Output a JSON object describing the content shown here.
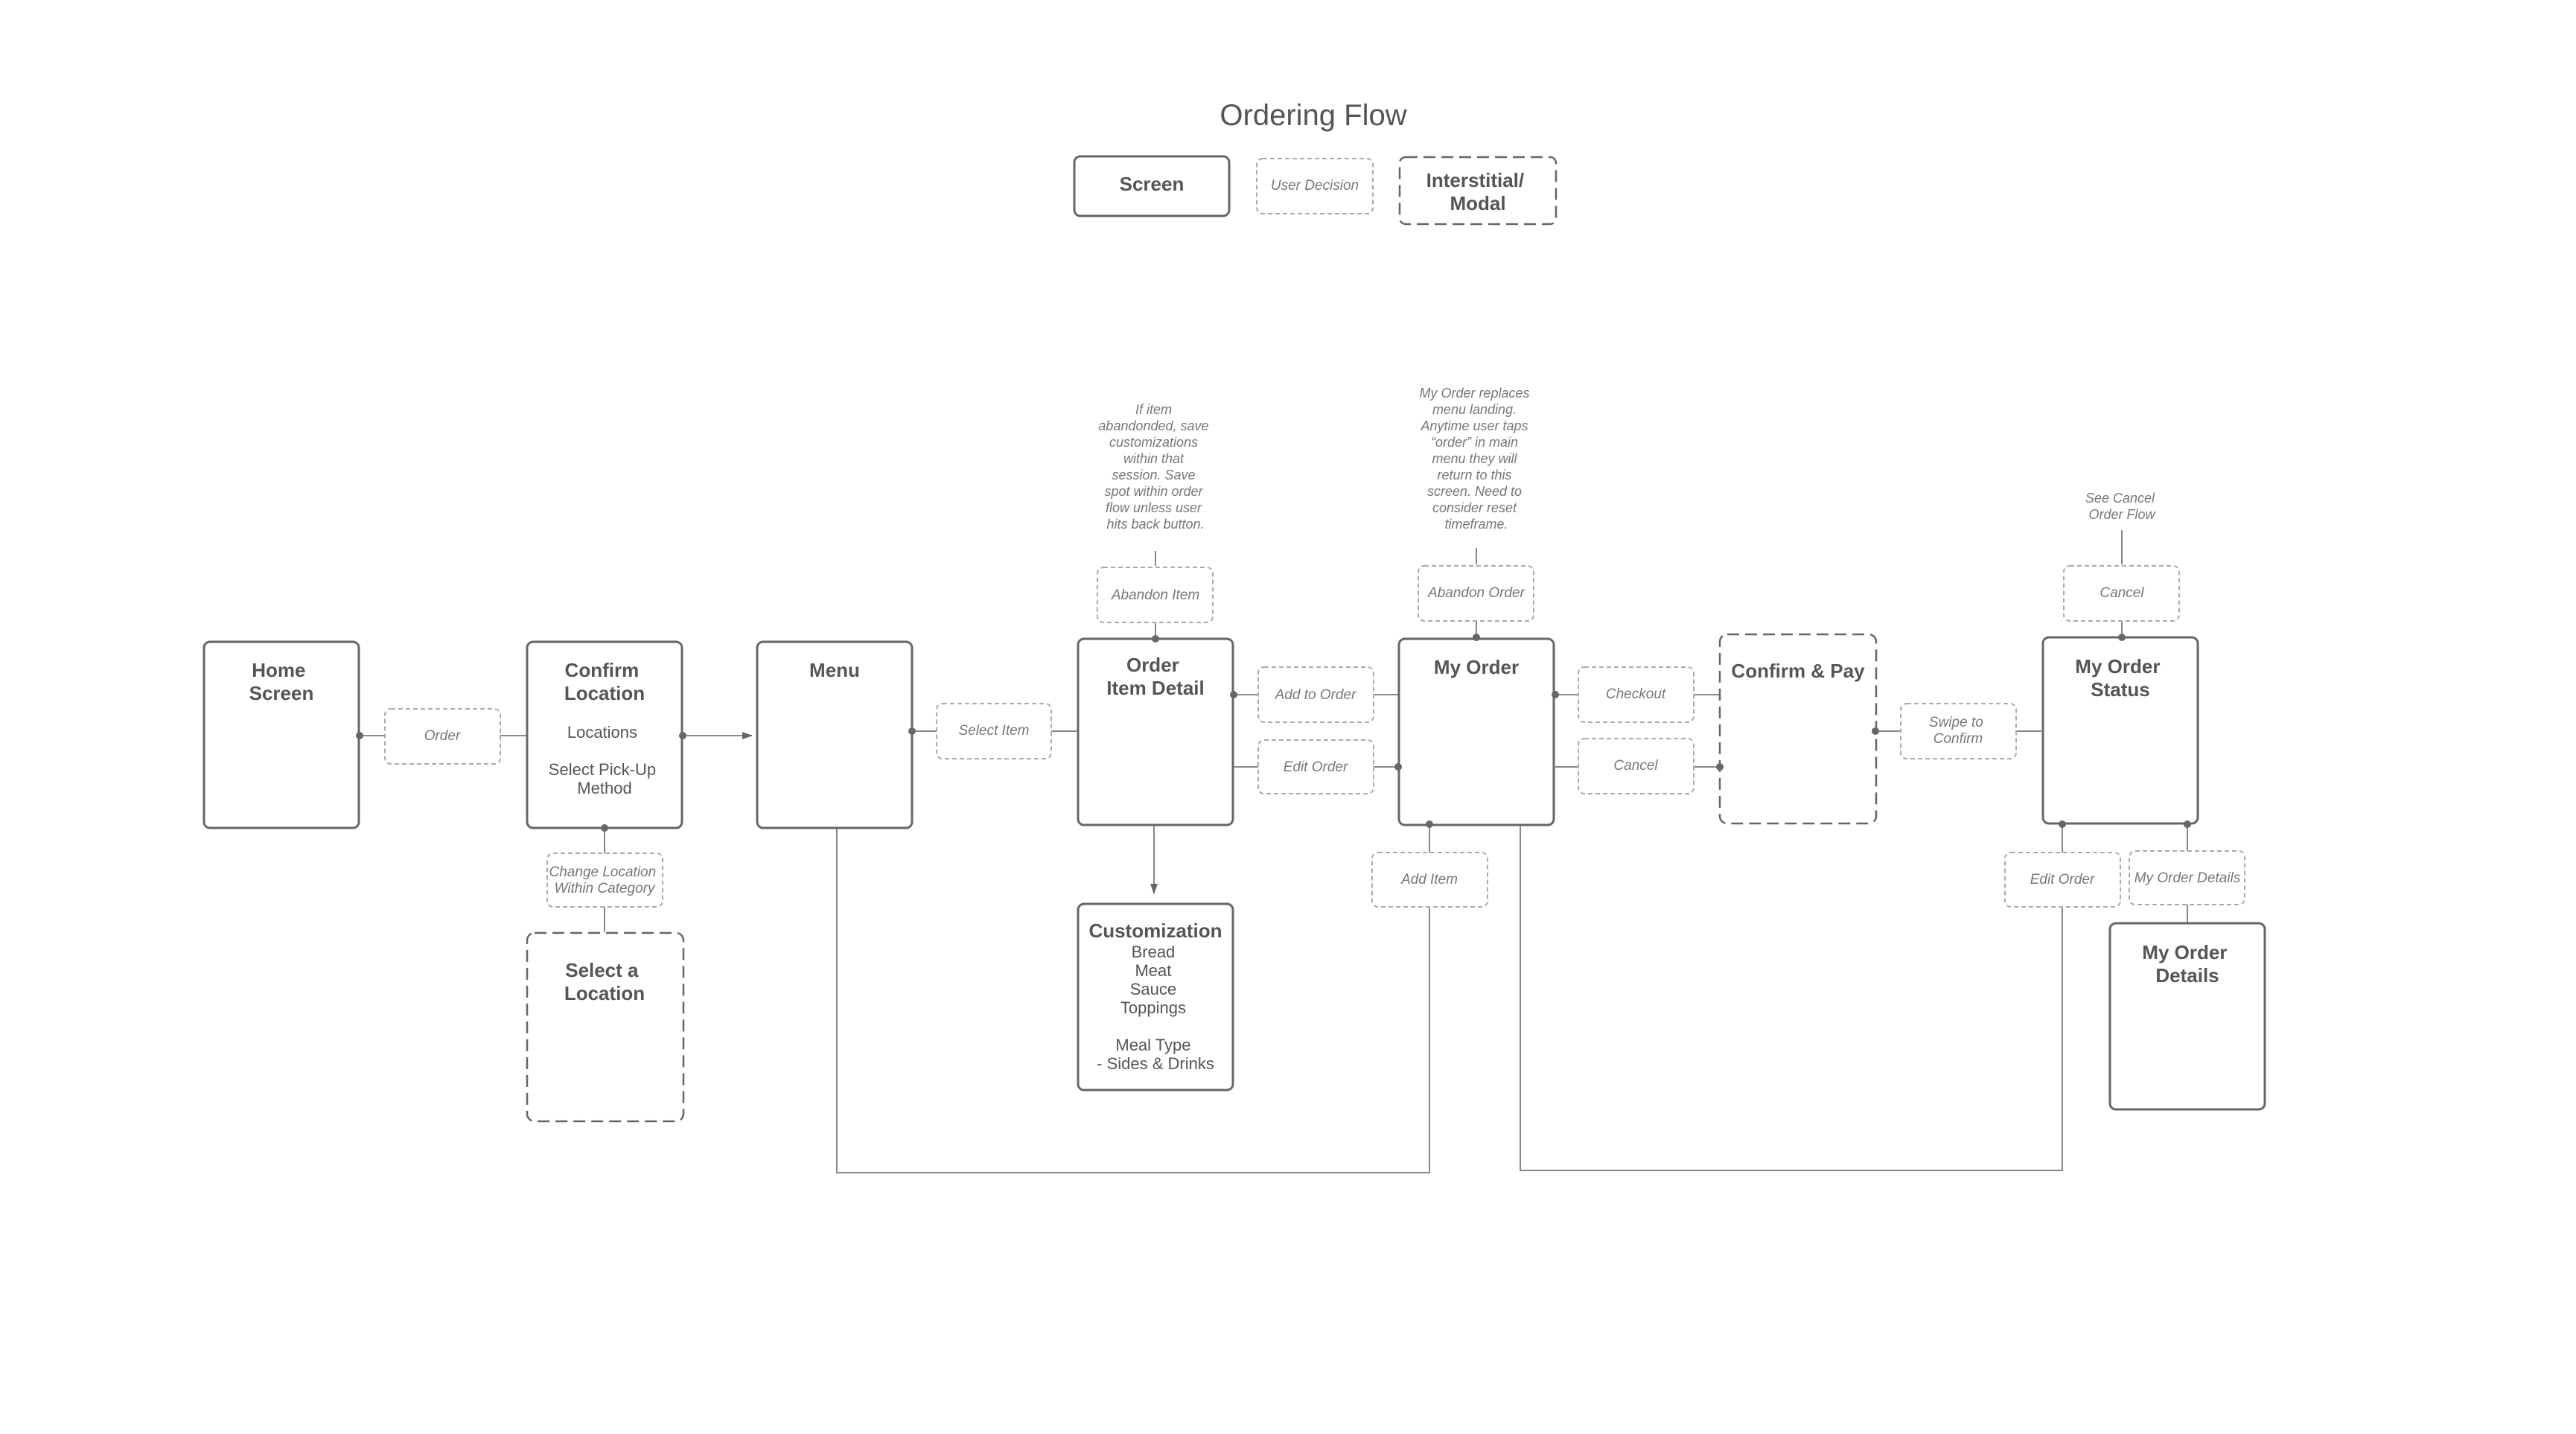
{
  "title": "Ordering Flow",
  "legend": {
    "screen": "Screen",
    "decision": "User Decision",
    "modal": [
      "Interstitial/",
      "Modal"
    ]
  },
  "screens": {
    "home": {
      "title": [
        "Home",
        "Screen"
      ],
      "body": []
    },
    "confirm_location": {
      "title": [
        "Confirm",
        "Location"
      ],
      "body": [
        "Locations",
        "",
        "Select Pick-Up",
        "Method"
      ]
    },
    "menu": {
      "title": [
        "Menu"
      ],
      "body": []
    },
    "order_item_detail": {
      "title": [
        "Order",
        "Item Detail"
      ],
      "body": []
    },
    "customization": {
      "title": [
        "Customization"
      ],
      "body": [
        "Bread",
        "Meat",
        "Sauce",
        "Toppings",
        "",
        "Meal Type",
        "- Sides & Drinks"
      ]
    },
    "my_order": {
      "title": [
        "My Order"
      ],
      "body": []
    },
    "my_order_status": {
      "title": [
        "My Order",
        "Status"
      ],
      "body": []
    },
    "my_order_details": {
      "title": [
        "My Order",
        "Details"
      ],
      "body": []
    }
  },
  "modals": {
    "select_location": {
      "title": [
        "Select a",
        "Location"
      ]
    },
    "confirm_pay": {
      "title": [
        "Confirm & Pay"
      ]
    }
  },
  "decisions": {
    "order": [
      "Order"
    ],
    "change_location": [
      "Change Location",
      "Within Category"
    ],
    "select_item": [
      "Select Item"
    ],
    "abandon_item": [
      "Abandon Item"
    ],
    "add_to_order": [
      "Add to Order"
    ],
    "edit_order_1": [
      "Edit Order"
    ],
    "abandon_order": [
      "Abandon Order"
    ],
    "add_item": [
      "Add Item"
    ],
    "checkout": [
      "Checkout"
    ],
    "cancel_1": [
      "Cancel"
    ],
    "swipe_to_confirm": [
      "Swipe to",
      "Confirm"
    ],
    "cancel_2": [
      "Cancel"
    ],
    "edit_order_2": [
      "Edit Order"
    ],
    "my_order_details": [
      "My Order Details"
    ]
  },
  "notes": {
    "abandon_item_note": [
      "If item",
      "abandonded, save",
      "customizations",
      "within that",
      "session. Save",
      "spot within order",
      "flow unless user",
      "hits back button."
    ],
    "my_order_note": [
      "My Order replaces",
      "menu landing.",
      "Anytime user taps",
      "“order” in main",
      "menu they will",
      "return to this",
      "screen. Need to",
      "consider reset",
      "timeframe."
    ],
    "cancel_note": [
      "See Cancel",
      "Order Flow"
    ]
  }
}
